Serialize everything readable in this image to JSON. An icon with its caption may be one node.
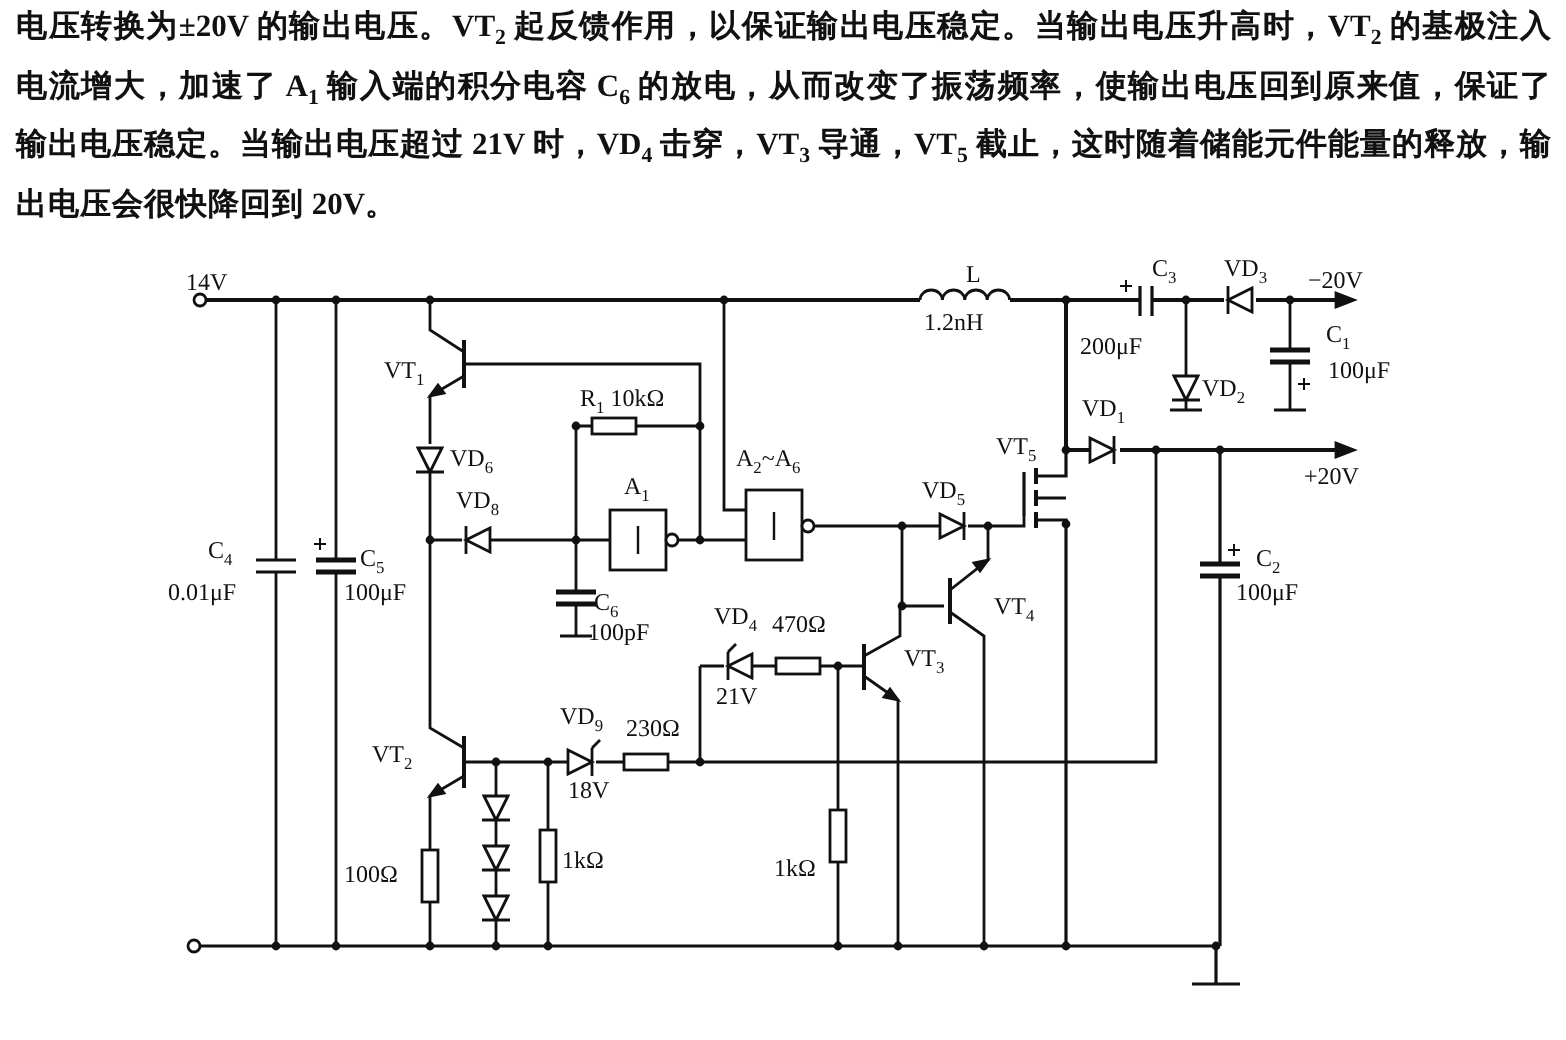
{
  "diagram": {
    "labels": [
      "电压转换为±20V 的输出电压。VT$_{2}$ 起反馈作用，以保证输出电压稳定。当输出电压升高时，VT$_{2}$ 的基极注入电流增大，加速了 A$_{1}$ 输入端的积分电容 C$_{6}$ 的放电，从而改变了振荡频率，使输出电压回到原来值，保证了输出电压稳定。当输出电压超过 21V 时，VD$_{4}$ 击穿，VT$_{3}$ 导通，VT$_{5}$ 截止，这时随着储能元件能量的释放，输出电压会很快降回到 20V。",
      "14V",
      "L",
      "C$_{3}$",
      "VD$_{3}$",
      "−20V",
      "1.2nH",
      "C$_{1}$",
      "200μF",
      "VT$_{1}$",
      "100μF",
      "R$_{1}$ 10kΩ",
      "VD$_{2}$",
      "VD$_{1}$",
      "VT$_{5}$",
      "VD$_{6}$",
      "A$_{2}$~A$_{6}$",
      "+20V",
      "A$_{1}$",
      "VD$_{5}$",
      "VD$_{8}$",
      "C$_{4}$",
      "C$_{5}$",
      "C$_{2}$",
      "0.01μF",
      "100μF",
      "100μF",
      "C$_{6}$",
      "VT$_{4}$",
      "VD$_{4}$",
      "470Ω",
      "100pF",
      "VT$_{3}$",
      "21V",
      "VD$_{9}$",
      "230Ω",
      "VT$_{2}$",
      "18V",
      "100Ω",
      "1kΩ",
      "1kΩ"
    ]
  }
}
